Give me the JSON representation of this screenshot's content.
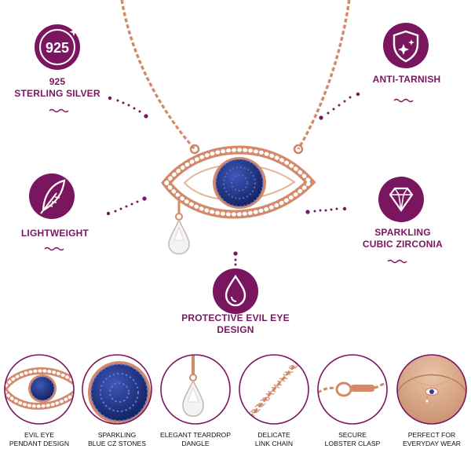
{
  "features": {
    "sterling": {
      "badge": "925",
      "line1": "925",
      "line2": "STERLING SILVER"
    },
    "anti_tarnish": {
      "line1": "ANTI-TARNISH"
    },
    "lightweight": {
      "line1": "LIGHTWEIGHT"
    },
    "zirconia": {
      "line1": "SPARKLING",
      "line2": "CUBIC ZIRCONIA"
    },
    "evil_eye": {
      "line1": "PROTECTIVE EVIL EYE",
      "line2": "DESIGN"
    }
  },
  "detail_bubbles": [
    {
      "line1": "EVIL EYE",
      "line2": "PENDANT DESIGN"
    },
    {
      "line1": "SPARKLING",
      "line2": "BLUE CZ STONES"
    },
    {
      "line1": "ELEGANT TEARDROP",
      "line2": "DANGLE"
    },
    {
      "line1": "DELICATE",
      "line2": "LINK CHAIN"
    },
    {
      "line1": "SECURE",
      "line2": "LOBSTER CLASP"
    },
    {
      "line1": "PERFECT FOR",
      "line2": "EVERYDAY WEAR"
    }
  ],
  "colors": {
    "accent": "#7a1660",
    "rose_gold": "#d4896a",
    "sapphire": "#1f2f7a",
    "crystal": "#f4f4f6"
  },
  "icons": [
    "badge-icon",
    "shield-sparkle-icon",
    "feather-icon",
    "diamond-icon",
    "drop-icon"
  ]
}
